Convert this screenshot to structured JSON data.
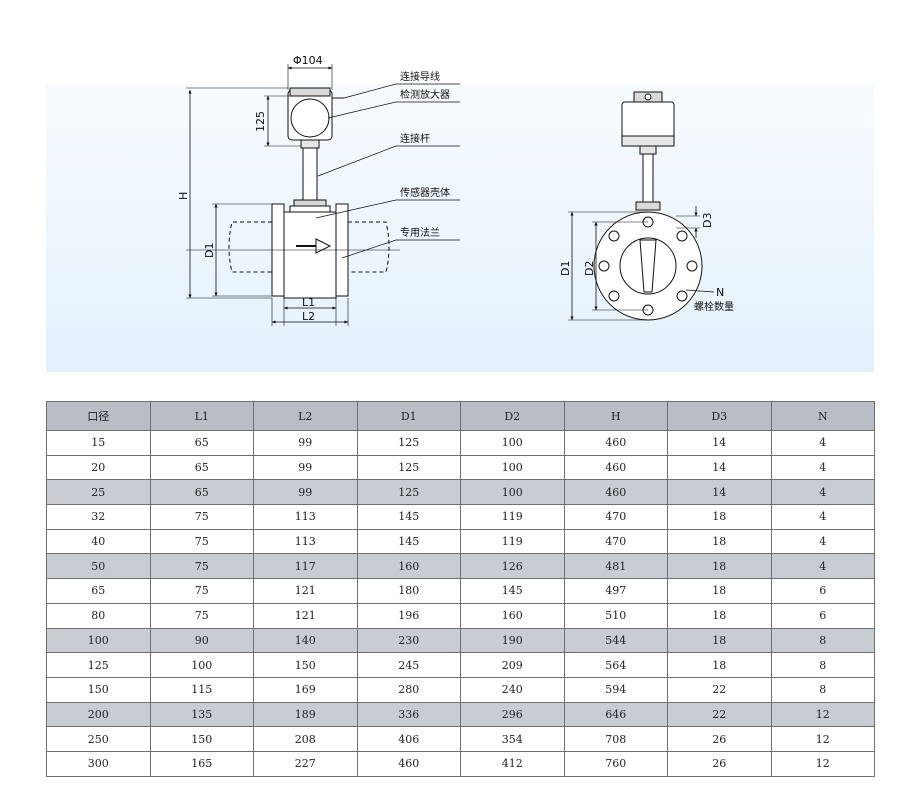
{
  "drawing": {
    "side_labels": {
      "phi": "Φ104",
      "dim_125": "125",
      "dim_H": "H",
      "dim_D1": "D1",
      "dim_L1": "L1",
      "dim_L2": "L2"
    },
    "callouts": {
      "wire": "连接导线",
      "amplifier": "检测放大器",
      "rod": "连接杆",
      "housing": "传感器壳体",
      "flange": "专用法兰"
    },
    "front_labels": {
      "dim_D1": "D1",
      "dim_D2": "D2",
      "dim_D3": "D3",
      "bolt_N": "N",
      "bolt_count": "螺栓数量"
    }
  },
  "table": {
    "headers": [
      "口径",
      "L1",
      "L2",
      "D1",
      "D2",
      "H",
      "D3",
      "N"
    ],
    "rows": [
      [
        "15",
        "65",
        "99",
        "125",
        "100",
        "460",
        "14",
        "4"
      ],
      [
        "20",
        "65",
        "99",
        "125",
        "100",
        "460",
        "14",
        "4"
      ],
      [
        "25",
        "65",
        "99",
        "125",
        "100",
        "460",
        "14",
        "4"
      ],
      [
        "32",
        "75",
        "113",
        "145",
        "119",
        "470",
        "18",
        "4"
      ],
      [
        "40",
        "75",
        "113",
        "145",
        "119",
        "470",
        "18",
        "4"
      ],
      [
        "50",
        "75",
        "117",
        "160",
        "126",
        "481",
        "18",
        "4"
      ],
      [
        "65",
        "75",
        "121",
        "180",
        "145",
        "497",
        "18",
        "6"
      ],
      [
        "80",
        "75",
        "121",
        "196",
        "160",
        "510",
        "18",
        "6"
      ],
      [
        "100",
        "90",
        "140",
        "230",
        "190",
        "544",
        "18",
        "8"
      ],
      [
        "125",
        "100",
        "150",
        "245",
        "209",
        "564",
        "18",
        "8"
      ],
      [
        "150",
        "115",
        "169",
        "280",
        "240",
        "594",
        "22",
        "8"
      ],
      [
        "200",
        "135",
        "189",
        "336",
        "296",
        "646",
        "22",
        "12"
      ],
      [
        "250",
        "150",
        "208",
        "406",
        "354",
        "708",
        "26",
        "12"
      ],
      [
        "300",
        "165",
        "227",
        "460",
        "412",
        "760",
        "26",
        "12"
      ]
    ],
    "shaded_rows": [
      2,
      5,
      8,
      11
    ]
  }
}
